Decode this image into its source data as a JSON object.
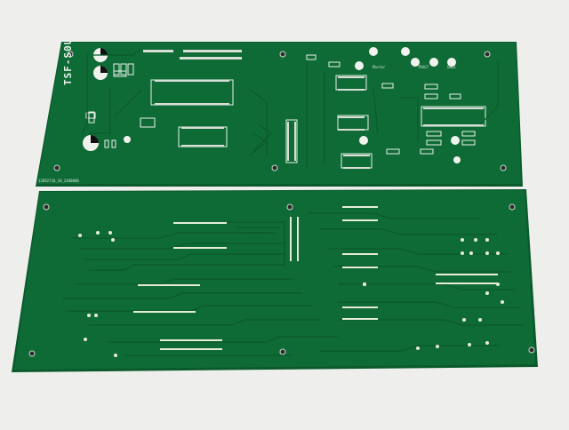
{
  "photo": {
    "background_color": "#eeefec",
    "board_color": "#0f6b36",
    "board_edge_color": "#0a5a2b",
    "silkscreen_color": "#e9f2ea",
    "trace_color": "#0d5d2e"
  },
  "top_board": {
    "title": "TSF-S0U",
    "footer_text": "12092710_10_2400000",
    "labels": [
      "Master",
      "TRAG7",
      "GND1"
    ]
  },
  "bottom_board": {
    "side": "back"
  }
}
